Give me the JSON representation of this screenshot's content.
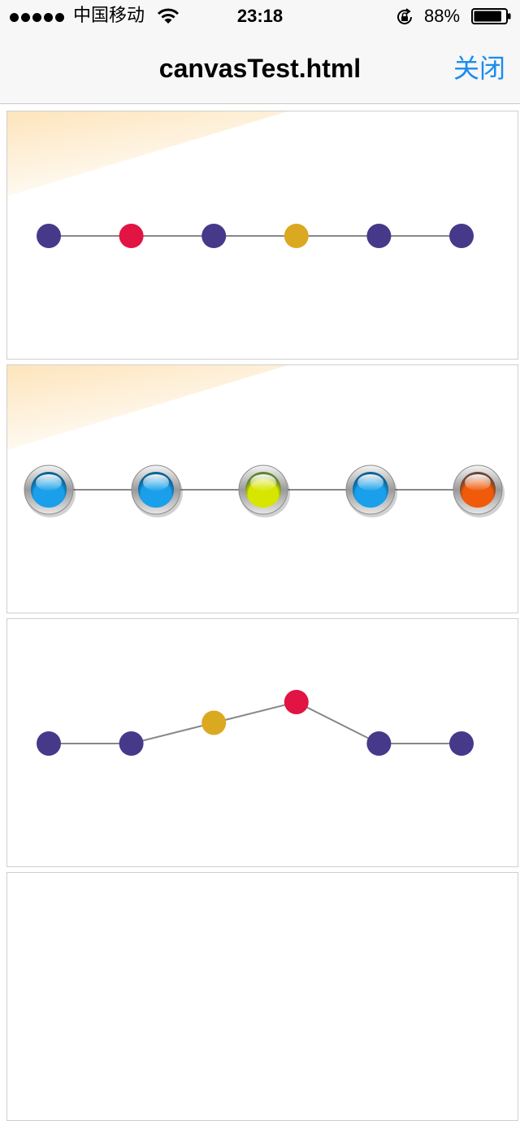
{
  "status_bar": {
    "carrier": "中国移动",
    "time": "23:18",
    "battery_percent": "88%",
    "battery_level": 0.88,
    "signal_bars": 5,
    "icons": [
      "signal-dots-icon",
      "wifi-icon",
      "rotation-lock-icon",
      "battery-icon"
    ]
  },
  "nav_bar": {
    "title": "canvasTest.html",
    "close_label": "关闭"
  },
  "colors": {
    "node_purple": "#46398a",
    "node_red": "#e11443",
    "node_gold": "#dba921",
    "line_gray": "#888888",
    "link_blue": "#1a8cf0",
    "glow": "#fde3b8",
    "ball_blue": "#1aa0ea",
    "ball_yellow": "#d7e600",
    "ball_orange": "#f05a0a"
  },
  "panels": [
    {
      "name": "flat-dots",
      "has_glow": true,
      "style": "flat",
      "nodes": [
        {
          "color": "purple",
          "level": 0
        },
        {
          "color": "red",
          "level": 0
        },
        {
          "color": "purple",
          "level": 0
        },
        {
          "color": "gold",
          "level": 0
        },
        {
          "color": "purple",
          "level": 0
        },
        {
          "color": "purple",
          "level": 0
        }
      ]
    },
    {
      "name": "glossy-balls",
      "has_glow": true,
      "style": "glossy",
      "nodes": [
        {
          "color": "blue",
          "level": 0
        },
        {
          "color": "blue",
          "level": 0
        },
        {
          "color": "yellow",
          "level": 0
        },
        {
          "color": "blue",
          "level": 0
        },
        {
          "color": "orange",
          "level": 0
        }
      ]
    },
    {
      "name": "raised-dots",
      "has_glow": false,
      "style": "flat",
      "nodes": [
        {
          "color": "purple",
          "level": 0
        },
        {
          "color": "purple",
          "level": 0
        },
        {
          "color": "gold",
          "level": 1
        },
        {
          "color": "red",
          "level": 2
        },
        {
          "color": "purple",
          "level": 0
        },
        {
          "color": "purple",
          "level": 0
        }
      ]
    },
    {
      "name": "empty-panel",
      "has_glow": false,
      "style": "flat",
      "nodes": []
    }
  ]
}
